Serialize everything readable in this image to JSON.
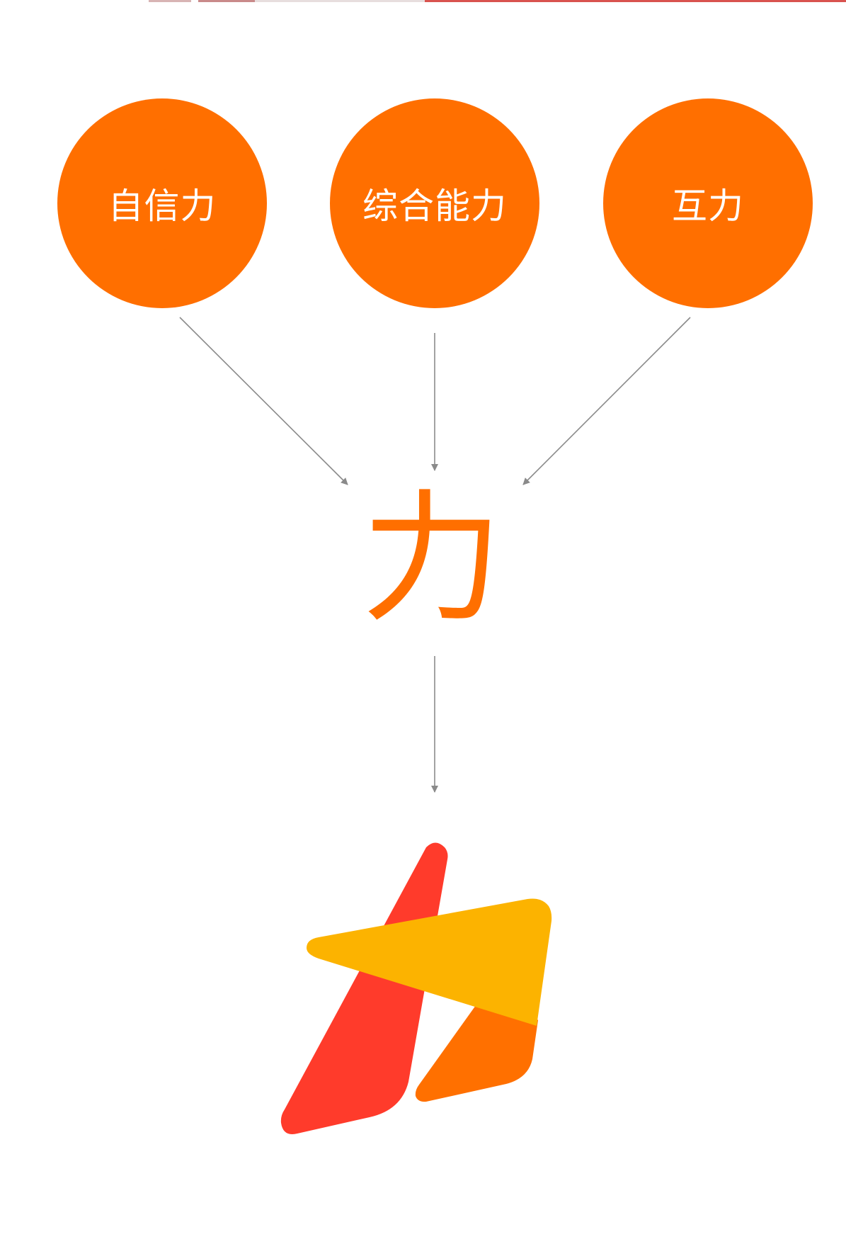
{
  "colors": {
    "circle": "#FF6F00",
    "center_text": "#FF6F00",
    "arrow": "#8a8a8a",
    "logo_red": "#FF3B2B",
    "logo_orange": "#FF7000",
    "logo_yellow": "#FCB300",
    "strip": [
      "#d8b4b4",
      "#c98a8a",
      "#e7dede",
      "#d9534f"
    ]
  },
  "diagram": {
    "inputs": [
      {
        "label": "自信力"
      },
      {
        "label": "综合能力"
      },
      {
        "label": "互力"
      }
    ],
    "result": {
      "label": "力"
    },
    "logo_icon": "li-brand-logo-icon"
  }
}
